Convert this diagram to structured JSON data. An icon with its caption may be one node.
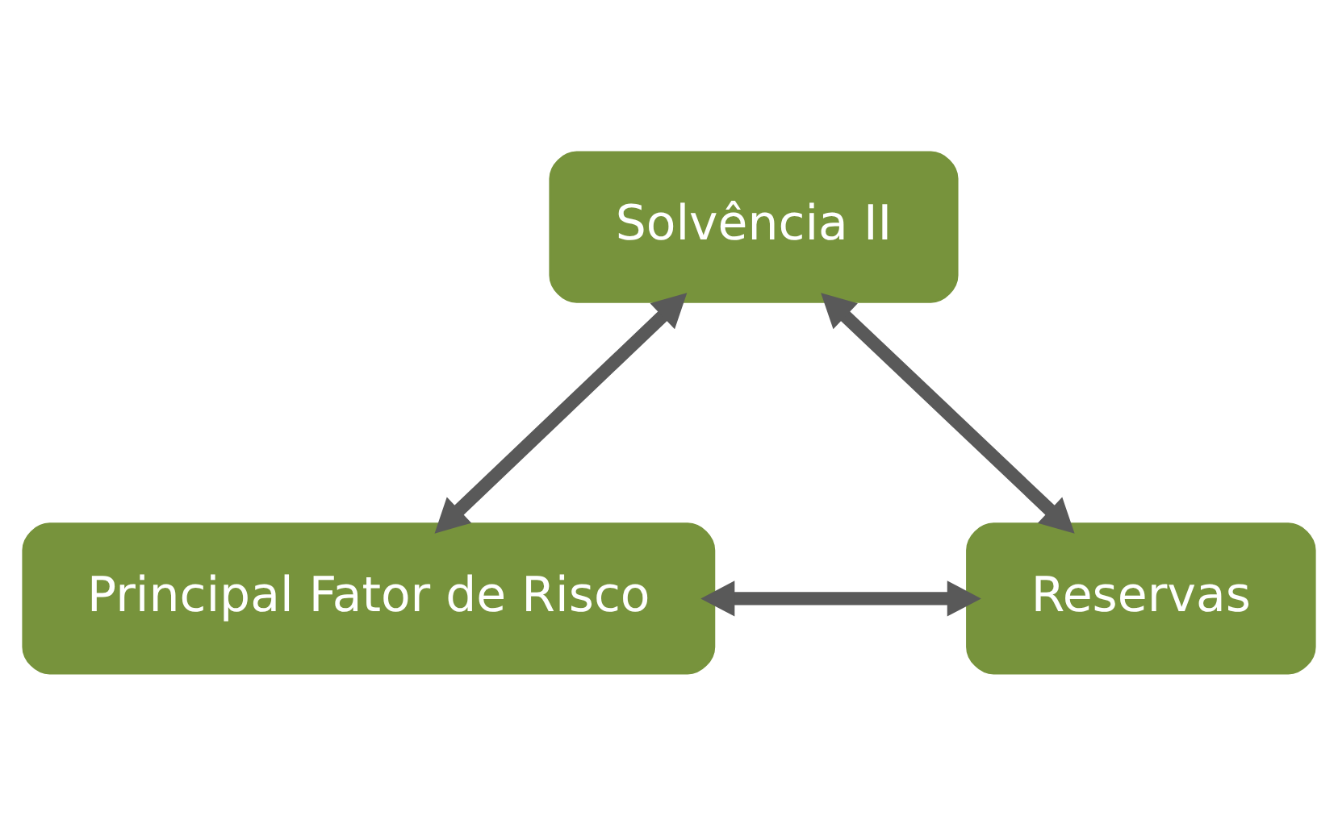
{
  "diagram": {
    "nodes": [
      {
        "text": [
          "Solvência II"
        ]
      },
      {
        "text": [
          "Principal Fator de Risco"
        ]
      },
      {
        "text": [
          "Reservas"
        ]
      }
    ],
    "edges": [
      {
        "from": 1,
        "to": 0,
        "arrow": "both"
      },
      {
        "from": 0,
        "to": 2,
        "arrow": "both"
      },
      {
        "from": 1,
        "to": 2,
        "arrow": "both"
      }
    ]
  }
}
